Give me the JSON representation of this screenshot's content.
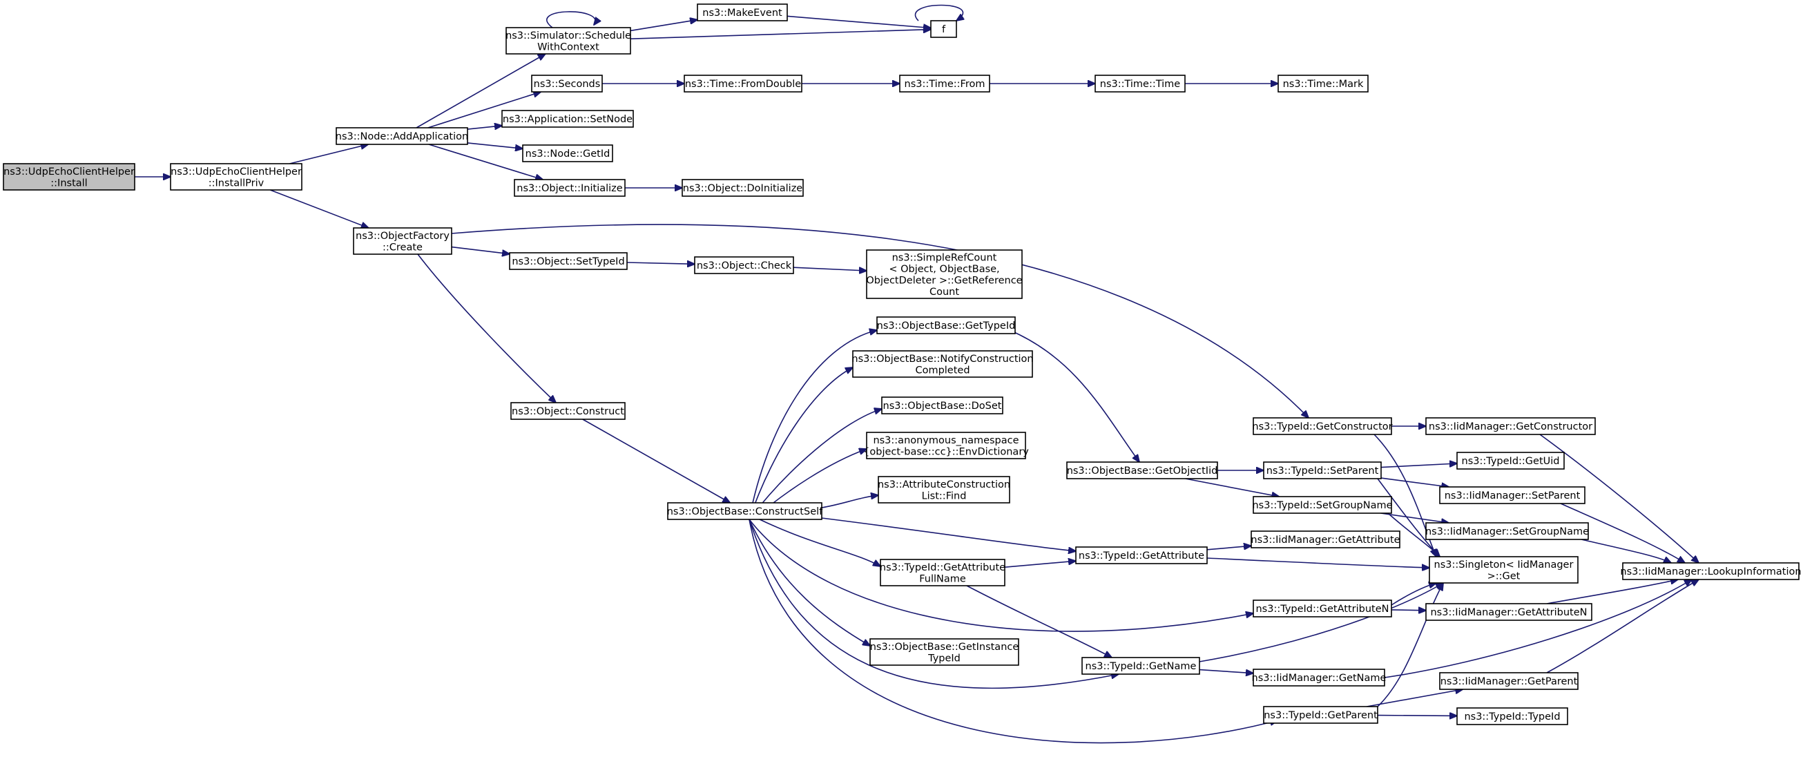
{
  "diagram": {
    "colors": {
      "edge": "#191970",
      "node_fill": "#ffffff",
      "root_fill": "#bfbfbf",
      "text": "#000000"
    },
    "nodes": [
      {
        "id": "root",
        "lines": [
          "ns3::UdpEchoClientHelper",
          "::Install"
        ]
      },
      {
        "id": "installpriv",
        "lines": [
          "ns3::UdpEchoClientHelper",
          "::InstallPriv"
        ]
      },
      {
        "id": "addapp",
        "lines": [
          "ns3::Node::AddApplication"
        ]
      },
      {
        "id": "objfactory",
        "lines": [
          "ns3::ObjectFactory",
          "::Create"
        ]
      },
      {
        "id": "schedule",
        "lines": [
          "ns3::Simulator::Schedule",
          "WithContext"
        ]
      },
      {
        "id": "seconds",
        "lines": [
          "ns3::Seconds"
        ]
      },
      {
        "id": "setnode",
        "lines": [
          "ns3::Application::SetNode"
        ]
      },
      {
        "id": "getid",
        "lines": [
          "ns3::Node::GetId"
        ]
      },
      {
        "id": "initialize",
        "lines": [
          "ns3::Object::Initialize"
        ]
      },
      {
        "id": "makeevent",
        "lines": [
          "ns3::MakeEvent"
        ]
      },
      {
        "id": "f",
        "lines": [
          "f"
        ]
      },
      {
        "id": "fromdouble",
        "lines": [
          "ns3::Time::FromDouble"
        ]
      },
      {
        "id": "timefrom",
        "lines": [
          "ns3::Time::From"
        ]
      },
      {
        "id": "timetime",
        "lines": [
          "ns3::Time::Time"
        ]
      },
      {
        "id": "timemark",
        "lines": [
          "ns3::Time::Mark"
        ]
      },
      {
        "id": "doinit",
        "lines": [
          "ns3::Object::DoInitialize"
        ]
      },
      {
        "id": "settypeid",
        "lines": [
          "ns3::Object::SetTypeId"
        ]
      },
      {
        "id": "check",
        "lines": [
          "ns3::Object::Check"
        ]
      },
      {
        "id": "refcount",
        "lines": [
          "ns3::SimpleRefCount",
          "< Object, ObjectBase,",
          "ObjectDeleter >::GetReference",
          "Count"
        ]
      },
      {
        "id": "construct",
        "lines": [
          "ns3::Object::Construct"
        ]
      },
      {
        "id": "constructself",
        "lines": [
          "ns3::ObjectBase::ConstructSelf"
        ]
      },
      {
        "id": "gettypeid",
        "lines": [
          "ns3::ObjectBase::GetTypeId"
        ]
      },
      {
        "id": "notify",
        "lines": [
          "ns3::ObjectBase::NotifyConstruction",
          "Completed"
        ]
      },
      {
        "id": "doset",
        "lines": [
          "ns3::ObjectBase::DoSet"
        ]
      },
      {
        "id": "envdict",
        "lines": [
          "ns3::anonymous_namespace",
          "{object-base::cc}::EnvDictionary"
        ]
      },
      {
        "id": "attrfind",
        "lines": [
          "ns3::AttributeConstruction",
          "List::Find"
        ]
      },
      {
        "id": "getattrfull",
        "lines": [
          "ns3::TypeId::GetAttribute",
          "FullName"
        ]
      },
      {
        "id": "getinstance",
        "lines": [
          "ns3::ObjectBase::GetInstance",
          "TypeId"
        ]
      },
      {
        "id": "getobjtid",
        "lines": [
          "ns3::ObjectBase::GetObjectIid"
        ]
      },
      {
        "id": "getattr",
        "lines": [
          "ns3::TypeId::GetAttribute"
        ]
      },
      {
        "id": "getname",
        "lines": [
          "ns3::TypeId::GetName"
        ]
      },
      {
        "id": "getconstructor",
        "lines": [
          "ns3::TypeId::GetConstructor"
        ]
      },
      {
        "id": "setparent",
        "lines": [
          "ns3::TypeId::SetParent"
        ]
      },
      {
        "id": "setgroupname",
        "lines": [
          "ns3::TypeId::SetGroupName"
        ]
      },
      {
        "id": "iid_getattr",
        "lines": [
          "ns3::IidManager::GetAttribute"
        ]
      },
      {
        "id": "getattrn",
        "lines": [
          "ns3::TypeId::GetAttributeN"
        ]
      },
      {
        "id": "iid_getname",
        "lines": [
          "ns3::IidManager::GetName"
        ]
      },
      {
        "id": "getparent",
        "lines": [
          "ns3::TypeId::GetParent"
        ]
      },
      {
        "id": "iid_getconstructor",
        "lines": [
          "ns3::IidManager::GetConstructor"
        ]
      },
      {
        "id": "getuid",
        "lines": [
          "ns3::TypeId::GetUid"
        ]
      },
      {
        "id": "iid_setparent",
        "lines": [
          "ns3::IidManager::SetParent"
        ]
      },
      {
        "id": "iid_setgroupname",
        "lines": [
          "ns3::IidManager::SetGroupName"
        ]
      },
      {
        "id": "singleton",
        "lines": [
          "ns3::Singleton< IidManager",
          ">::Get"
        ]
      },
      {
        "id": "iid_getattrn",
        "lines": [
          "ns3::IidManager::GetAttributeN"
        ]
      },
      {
        "id": "iid_getparent",
        "lines": [
          "ns3::IidManager::GetParent"
        ]
      },
      {
        "id": "typeidtypeid",
        "lines": [
          "ns3::TypeId::TypeId"
        ]
      },
      {
        "id": "lookup",
        "lines": [
          "ns3::IidManager::LookupInformation"
        ]
      }
    ]
  }
}
